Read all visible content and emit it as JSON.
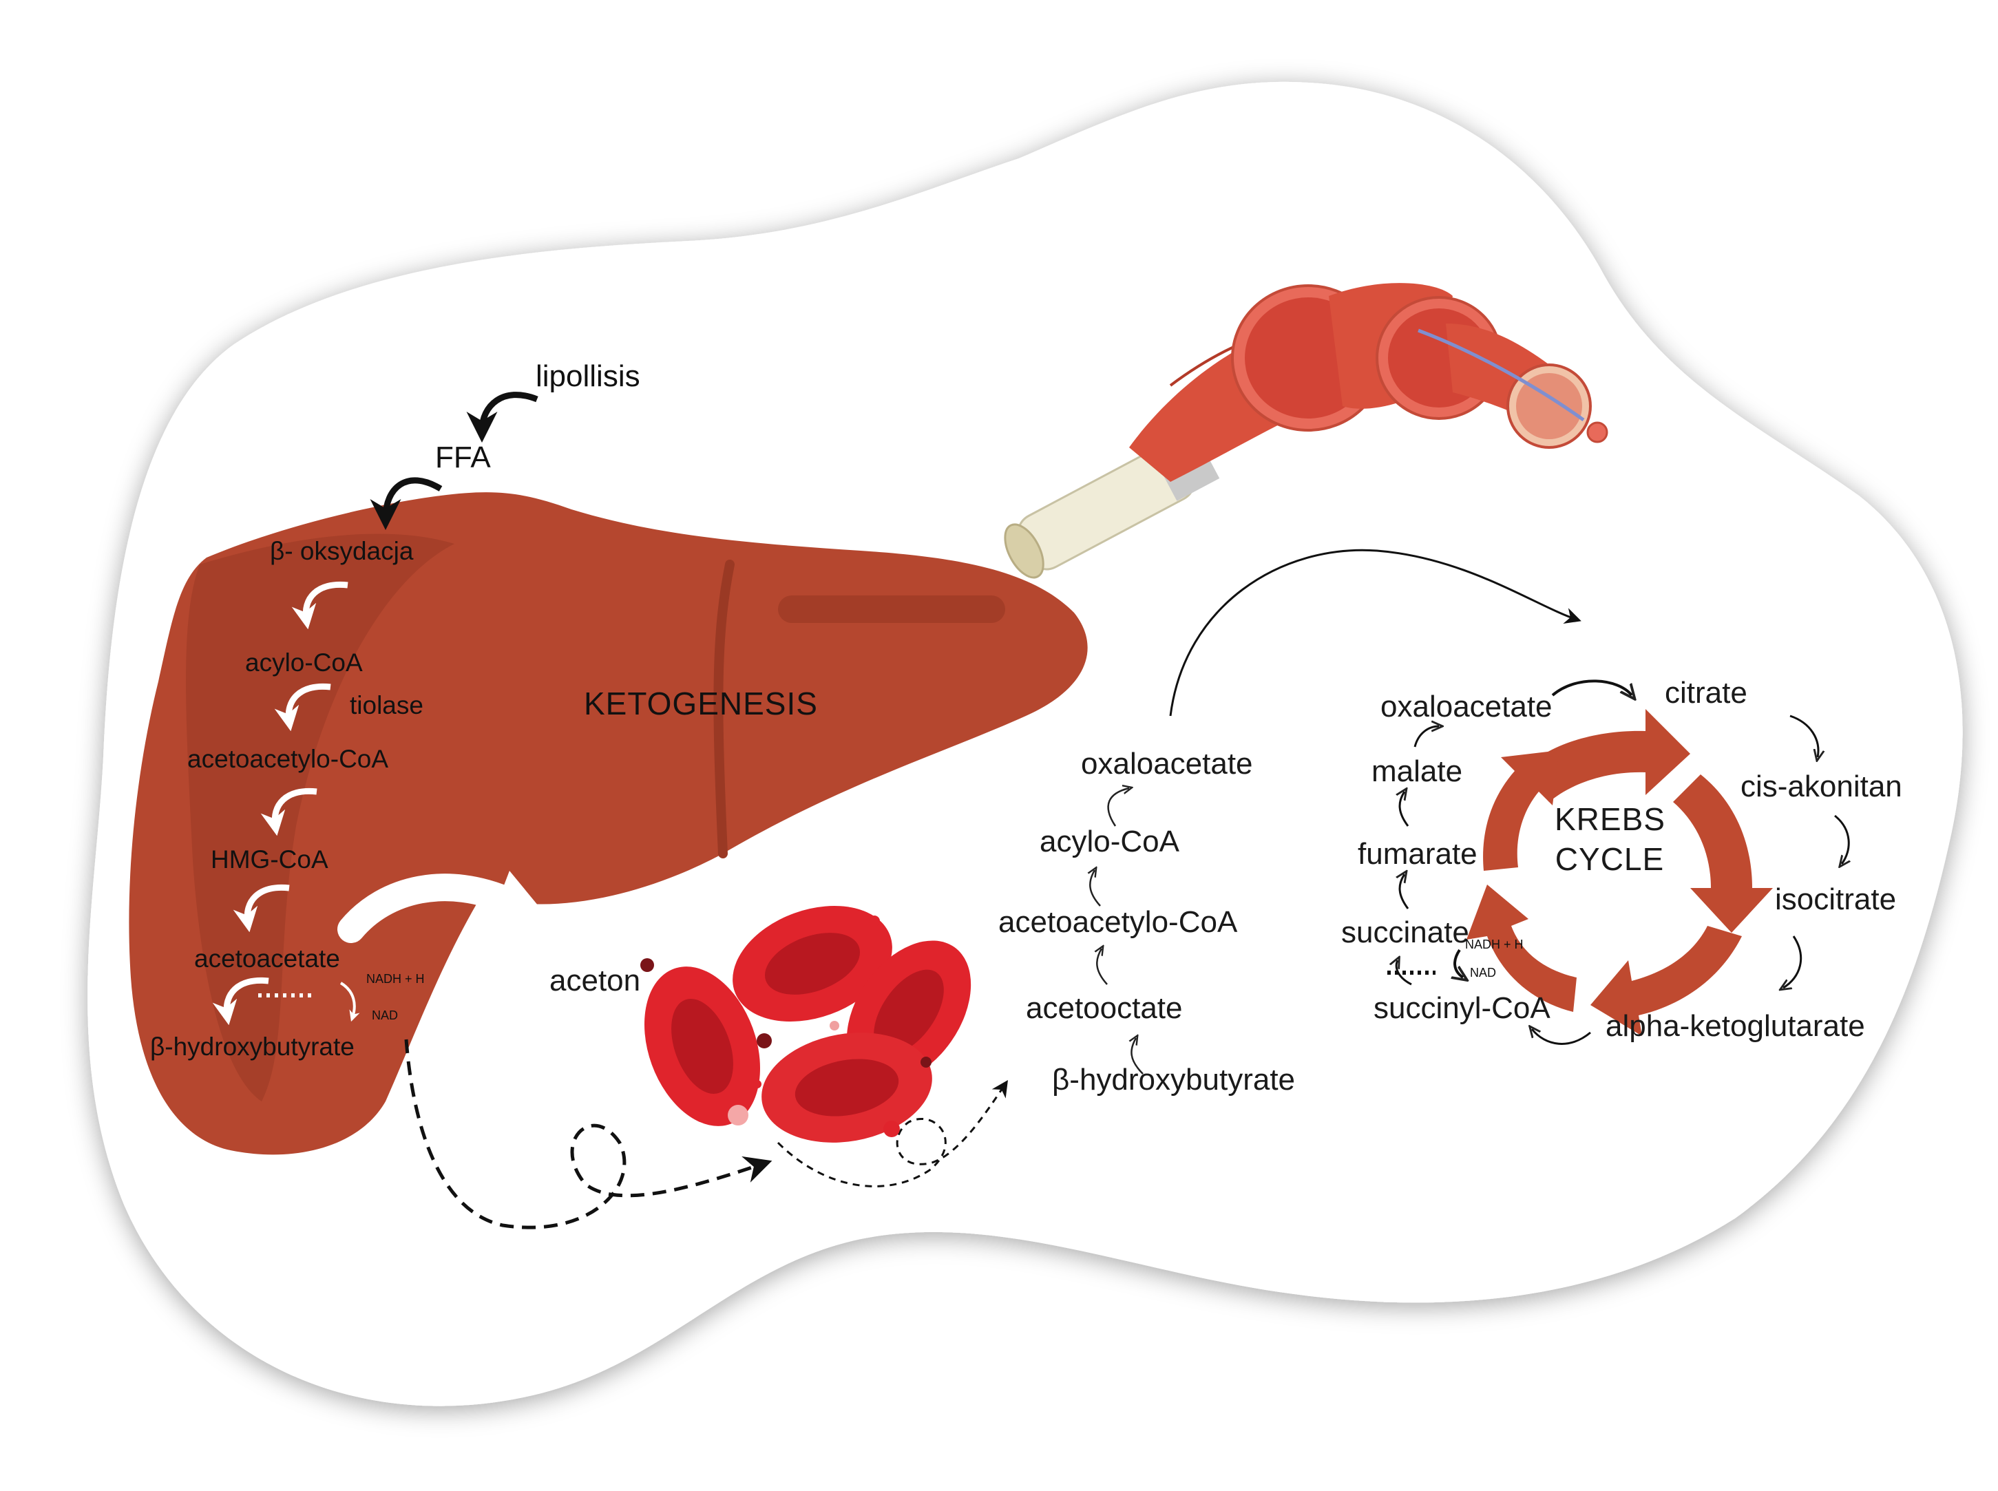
{
  "lipolysis": "lipollisis",
  "ffa": "FFA",
  "liver": {
    "title": "KETOGENESIS",
    "steps": [
      "β- oksydacja",
      "acylo-CoA",
      "acetoacetylo-CoA",
      "HMG-CoA",
      "acetoacetate",
      "β-hydroxybutyrate"
    ],
    "enzyme": "tiolase",
    "nadh": "NADH + H",
    "nad": "NAD"
  },
  "aceton": "aceton",
  "muscle_pathway": [
    "oxaloacetate",
    "acylo-CoA",
    "acetoacetylo-CoA",
    "acetooctate",
    "β-hydroxybutyrate"
  ],
  "krebs": {
    "title_line1": "KREBS",
    "title_line2": "CYCLE",
    "metabolites": {
      "citrate": "citrate",
      "cis_akonitan": "cis-akonitan",
      "isocitrate": "isocitrate",
      "alpha_ketoglutarate": "alpha-ketoglutarate",
      "succinyl_coa": "succinyl-CoA",
      "succinate": "succinate",
      "fumarate": "fumarate",
      "malate": "malate",
      "oxaloacetate": "oxaloacetate"
    },
    "nadh": "NADH + H",
    "nad": "NAD"
  },
  "colors": {
    "liver": "#b5472f",
    "liver_shadow": "#a03c26",
    "blood_cell": "#e0242c",
    "blood_cell_dark": "#b81820",
    "muscle": "#d9503c",
    "krebs_arrows": "#bf4a30"
  },
  "icons": [
    "liver-illustration",
    "red-blood-cells-illustration",
    "muscle-bone-illustration",
    "krebs-cycle-arrows-icon"
  ]
}
